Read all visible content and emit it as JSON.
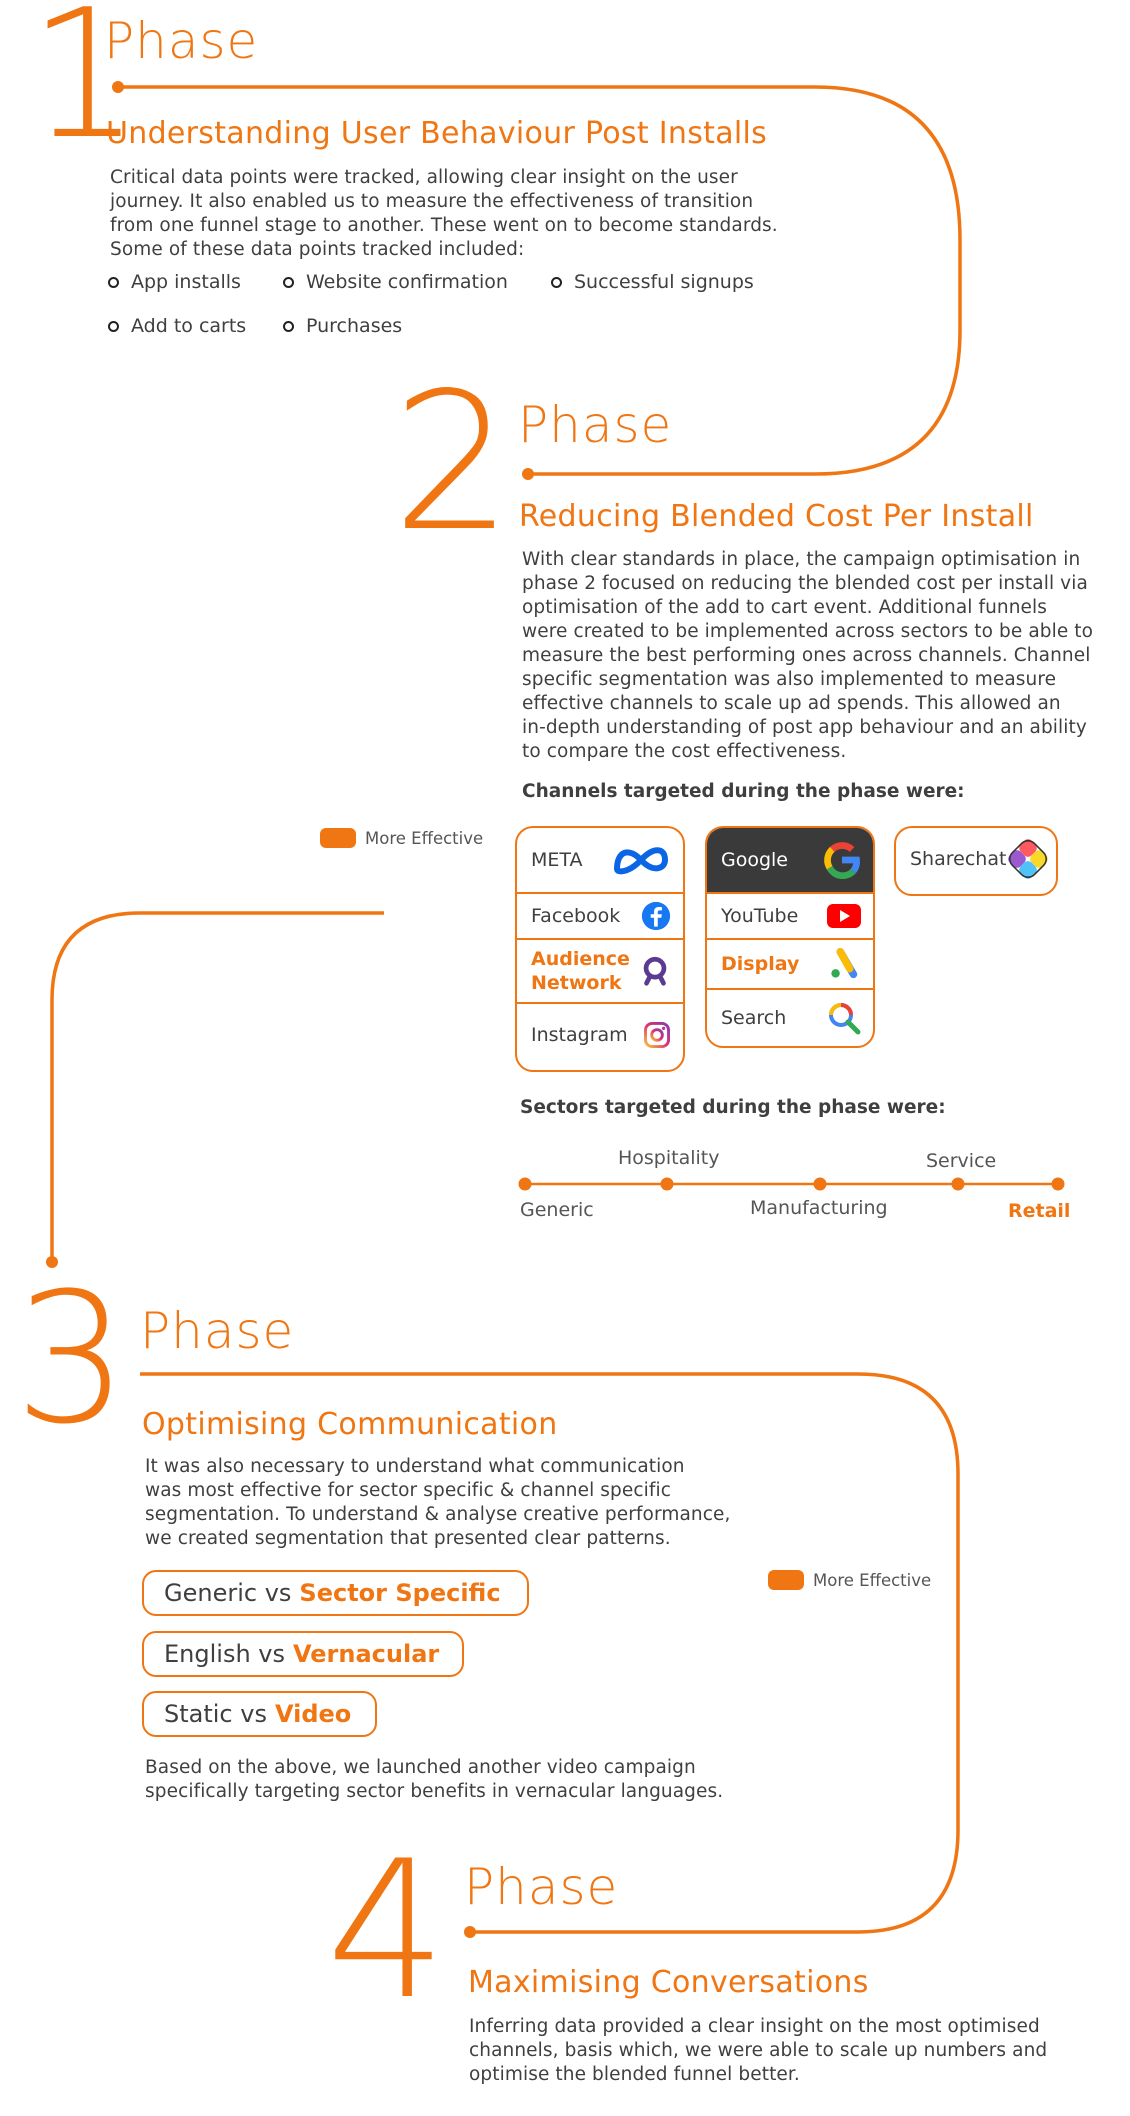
{
  "phase_word": "Phase",
  "phase1": {
    "number": "1",
    "title": "Understanding User Behaviour Post Installs",
    "body": [
      "Critical data points were tracked, allowing clear insight on the user",
      "journey. It also enabled us to measure the effectiveness of transition",
      "from one funnel stage to another. These went on to become standards.",
      "Some of these data points tracked included:"
    ],
    "bullets": [
      "App installs",
      "Website confirmation",
      "Successful signups",
      "Add to carts",
      "Purchases"
    ]
  },
  "phase2": {
    "number": "2",
    "title": "Reducing Blended Cost Per Install",
    "body": [
      "With clear standards in place, the campaign optimisation in",
      "phase 2 focused on reducing the blended cost per install via",
      "optimisation of the add to cart event. Additional funnels",
      "were created to be implemented across sectors to be able to",
      "measure the best performing ones across channels. Channel",
      "specific segmentation was also implemented to measure",
      "effective channels to scale up ad spends. This allowed an",
      "in-depth understanding of post app behaviour and an ability",
      "to compare the cost effectiveness."
    ],
    "channels_heading": "Channels targeted during the phase were:",
    "legend": "More Effective",
    "meta": {
      "header": "META",
      "rows": [
        "Facebook",
        "Audience Network",
        "Instagram"
      ]
    },
    "google": {
      "header": "Google",
      "rows": [
        "YouTube",
        "Display",
        "Search"
      ]
    },
    "sharechat": {
      "header": "Sharechat"
    },
    "sectors_heading": "Sectors targeted during the phase were:",
    "sectors": [
      "Generic",
      "Hospitality",
      "Manufacturing",
      "Service",
      "Retail"
    ]
  },
  "phase3": {
    "number": "3",
    "title": "Optimising Communication",
    "body": [
      "It was also necessary to understand what communication",
      "was most effective for sector specific & channel specific",
      "segmentation.  To understand & analyse creative performance,",
      "we created segmentation that presented clear patterns."
    ],
    "legend": "More Effective",
    "comparisons": [
      {
        "left": "Generic vs",
        "right": "Sector Specific"
      },
      {
        "left": "English vs",
        "right": "Vernacular"
      },
      {
        "left": "Static vs",
        "right": "Video"
      }
    ],
    "footer": [
      "Based on the above, we launched another video campaign",
      "specifically targeting sector benefits in vernacular languages."
    ]
  },
  "phase4": {
    "number": "4",
    "title": "Maximising Conversations",
    "body": [
      "Inferring data provided a clear insight on the most optimised",
      "channels, basis which, we were able to scale up numbers and",
      "optimise the blended funnel better."
    ]
  },
  "colors": {
    "accent": "#ef7613",
    "text": "#3f3f3f",
    "dark_box": "#3a3a3a"
  },
  "icons": [
    "meta-logo-icon",
    "google-logo-icon",
    "sharechat-logo-icon",
    "facebook-icon",
    "youtube-icon",
    "audience-network-icon",
    "display-icon",
    "instagram-icon",
    "search-icon"
  ]
}
